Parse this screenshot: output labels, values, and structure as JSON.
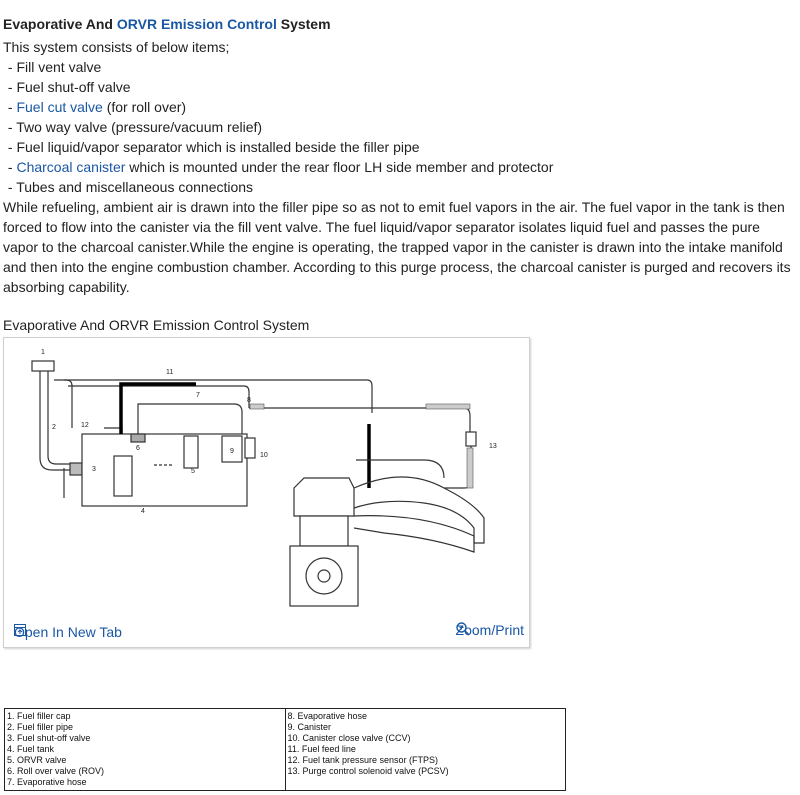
{
  "heading": {
    "part1": "Evaporative And ",
    "link": "ORVR Emission Control",
    "part2": " System"
  },
  "intro": "This system consists of below items;",
  "items": [
    {
      "prefix": " - ",
      "link": "",
      "text": "Fill vent valve"
    },
    {
      "prefix": " - ",
      "link": "",
      "text": "Fuel shut-off valve"
    },
    {
      "prefix": " - ",
      "link": "Fuel cut valve",
      "text": " (for roll over)"
    },
    {
      "prefix": " - ",
      "link": "",
      "text": "Two way valve (pressure/vacuum relief)"
    },
    {
      "prefix": " - ",
      "link": "",
      "text": "Fuel liquid/vapor separator which is installed beside the filler pipe"
    },
    {
      "prefix": " - ",
      "link": "Charcoal canister",
      "text": " which is mounted under the rear floor LH side member and protector"
    },
    {
      "prefix": " - ",
      "link": "",
      "text": "Tubes and miscellaneous connections"
    }
  ],
  "paragraph": [
    "While refueling, ambient air is drawn into the filler pipe so as not to emit fuel vapors in the air. The fuel vapor in the tank is then",
    "forced to flow into the canister via the fill vent valve. The fuel liquid/vapor separator isolates liquid fuel and passes the pure",
    "vapor to the charcoal canister.While the engine is operating, the trapped vapor in the canister is drawn into the intake manifold",
    "and then into the engine combustion chamber. According to this purge process, the charcoal canister is purged and recovers its",
    "absorbing capability."
  ],
  "figure": {
    "caption": "Evaporative And ORVR Emission Control System",
    "open_tab": "Open In New Tab",
    "zoom": "Zoom/Print",
    "callouts": [
      "1",
      "2",
      "3",
      "4",
      "5",
      "6",
      "7",
      "8",
      "9",
      "10",
      "11",
      "12",
      "13"
    ]
  },
  "legend": {
    "left": [
      "1. Fuel filler cap",
      "2. Fuel filler pipe",
      "3. Fuel shut-off valve",
      "4. Fuel tank",
      "5. ORVR valve",
      "6. Roll over valve (ROV)",
      "7. Evaporative hose"
    ],
    "right": [
      "8. Evaporative hose",
      "9. Canister",
      "10. Canister close valve (CCV)",
      "11. Fuel feed line",
      "12. Fuel tank pressure sensor (FTPS)",
      "13. Purge control solenoid valve (PCSV)"
    ]
  }
}
